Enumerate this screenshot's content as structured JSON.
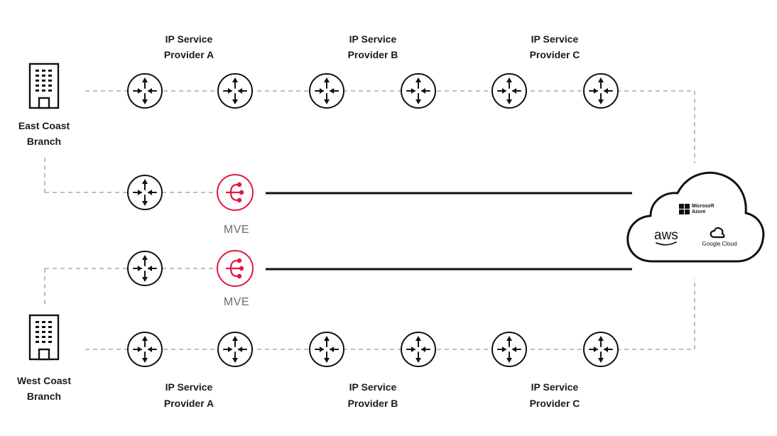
{
  "branches": {
    "east": {
      "line1": "East Coast",
      "line2": "Branch",
      "icon": "building-icon"
    },
    "west": {
      "line1": "West Coast",
      "line2": "Branch",
      "icon": "building-icon"
    }
  },
  "providers_top": [
    {
      "line1": "IP Service",
      "line2": "Provider A"
    },
    {
      "line1": "IP Service",
      "line2": "Provider B"
    },
    {
      "line1": "IP Service",
      "line2": "Provider C"
    }
  ],
  "providers_bottom": [
    {
      "line1": "IP Service",
      "line2": "Provider A"
    },
    {
      "line1": "IP Service",
      "line2": "Provider B"
    },
    {
      "line1": "IP Service",
      "line2": "Provider C"
    }
  ],
  "mve": {
    "label": "MVE",
    "color": "#e3173e"
  },
  "cloud": {
    "azure": {
      "line1": "Microsoft",
      "line2": "Azure"
    },
    "aws": "aws",
    "google": "Google Cloud"
  }
}
